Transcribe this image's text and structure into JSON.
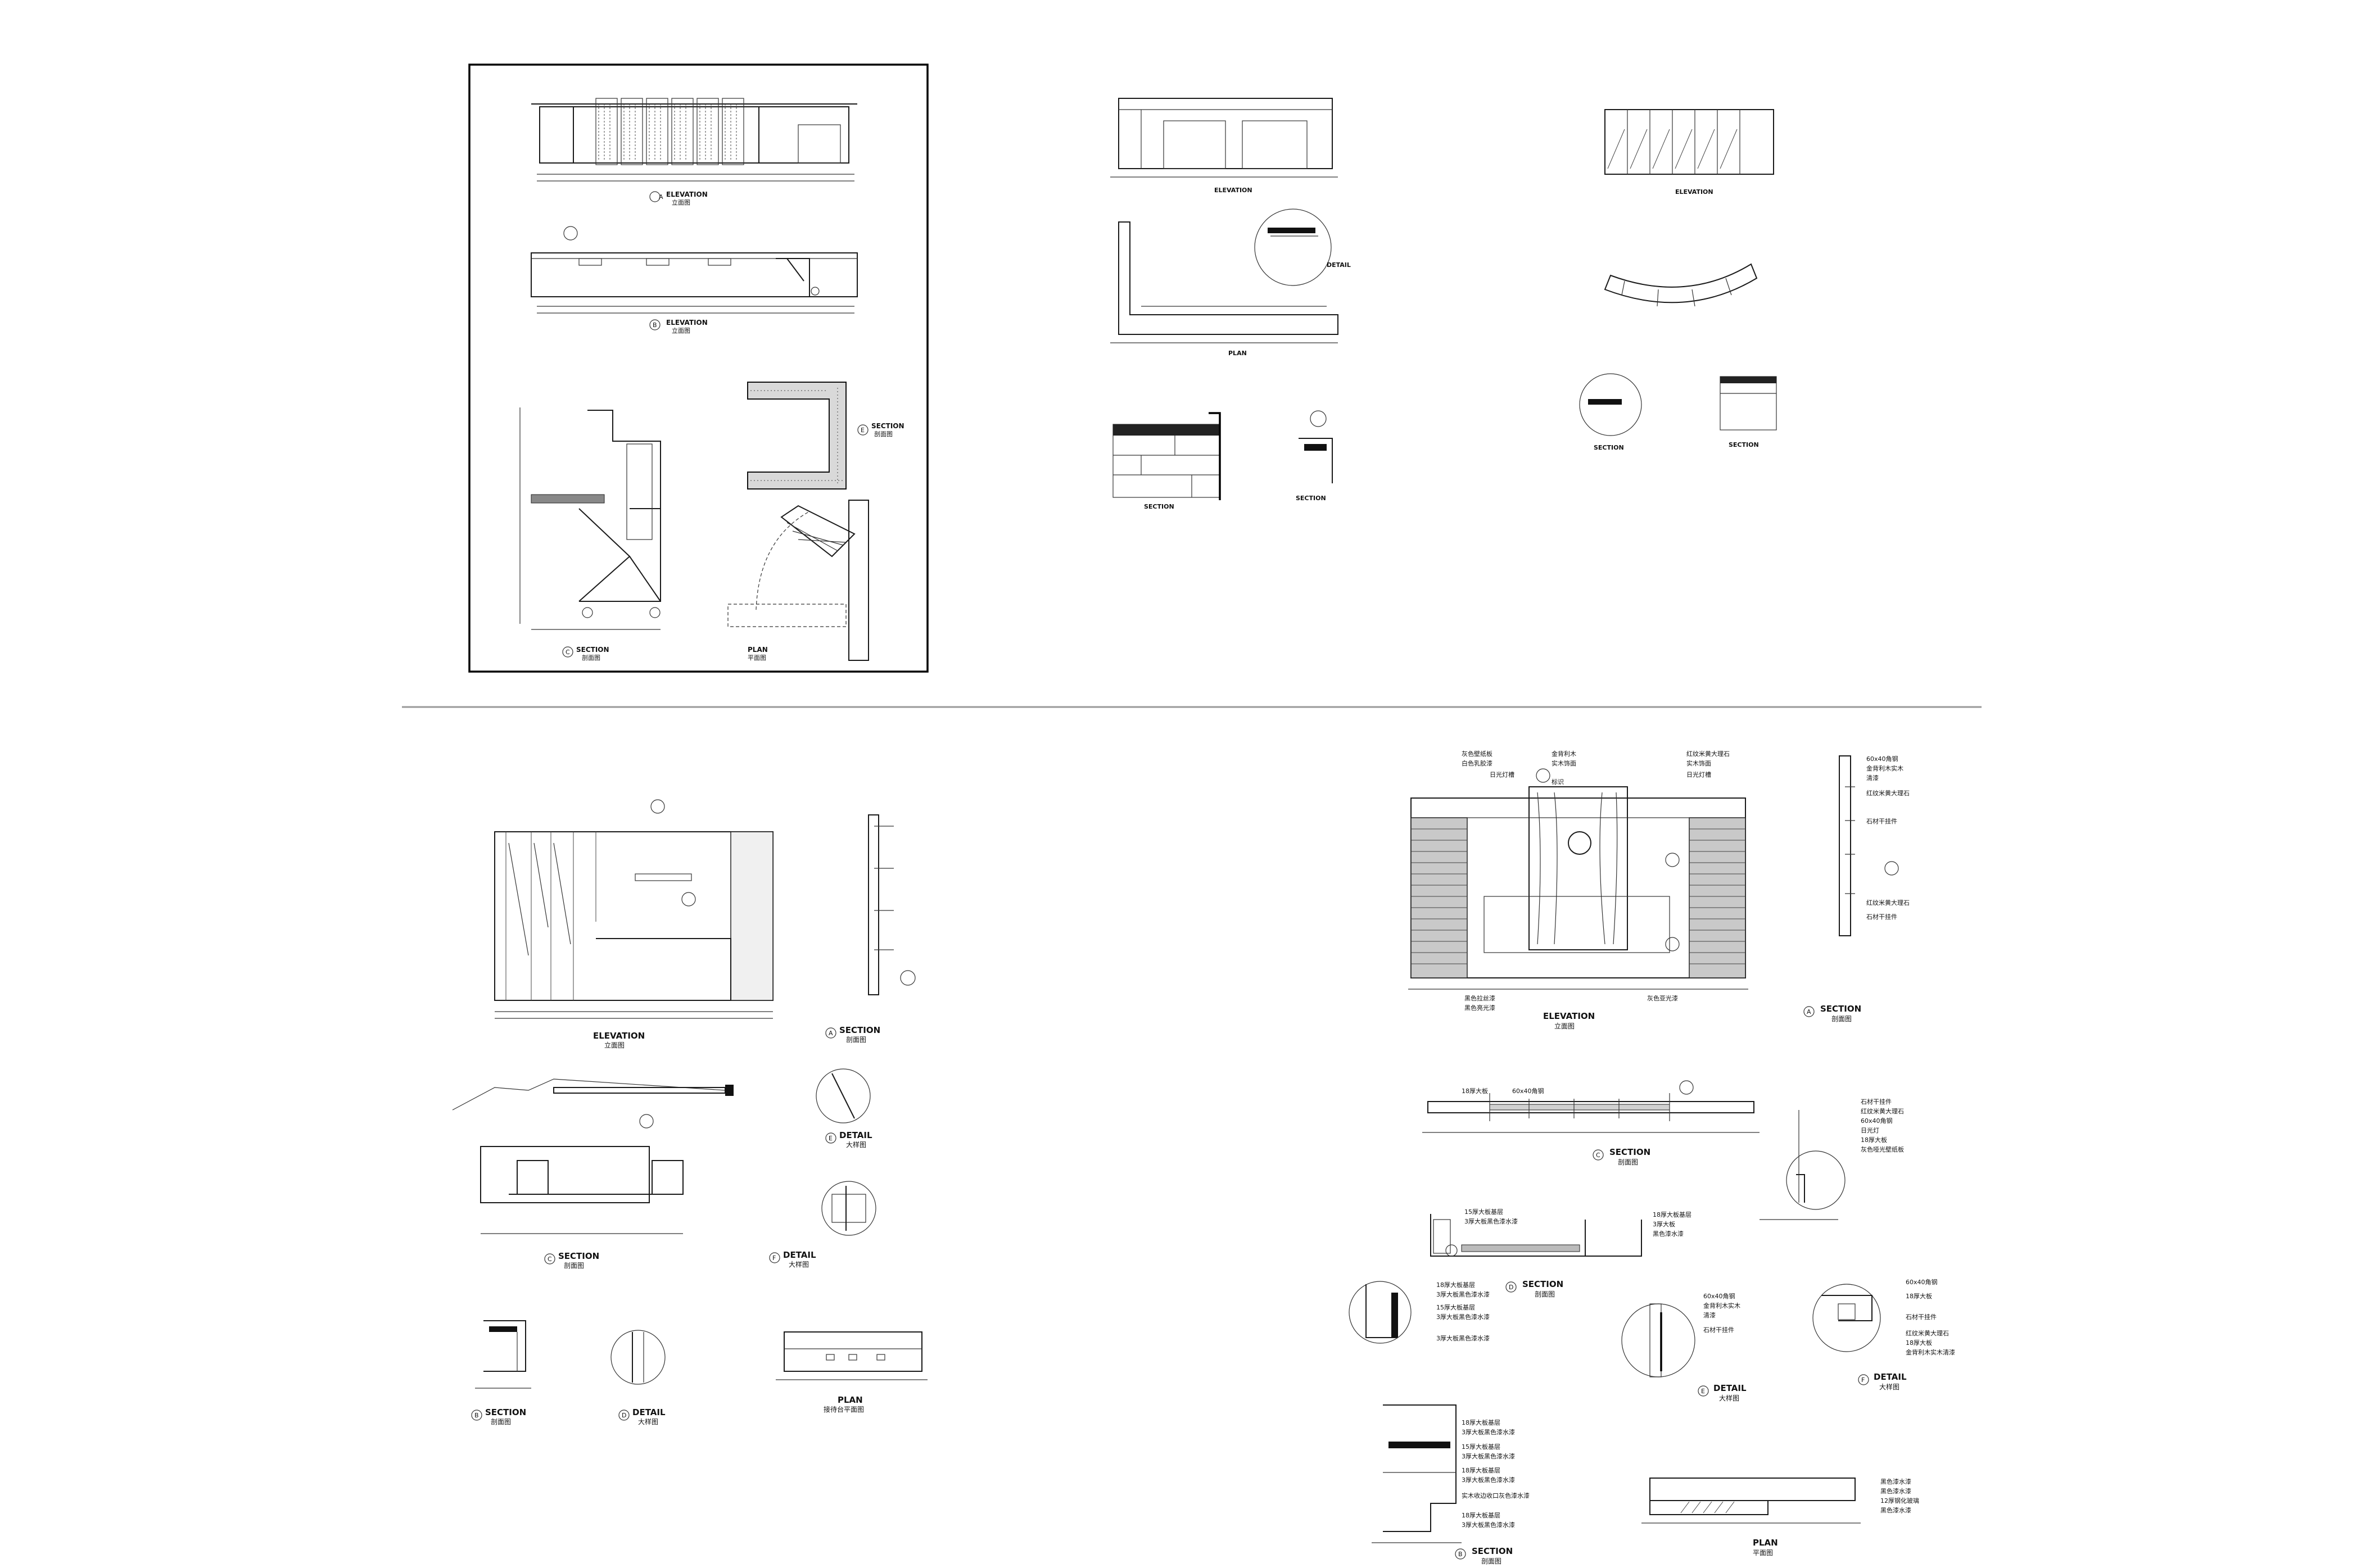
{
  "separator": true,
  "top_left": {
    "elev_a": {
      "title": "ELEVATION",
      "sub": "立面图",
      "tag": "A"
    },
    "elev_b": {
      "title": "ELEVATION",
      "sub": "立面图",
      "tag": "B"
    },
    "sect_c": {
      "title": "SECTION",
      "sub": "剖面图",
      "tag": "C"
    },
    "sect_e": {
      "title": "SECTION",
      "sub": "剖面图",
      "tag": "E"
    },
    "plan": {
      "title": "PLAN",
      "sub": "平面图"
    }
  },
  "top_mid": {
    "elev": {
      "title": "ELEVATION"
    },
    "plan": {
      "title": "PLAN"
    },
    "detail": {
      "title": "DETAIL"
    },
    "sect1": {
      "title": "SECTION"
    },
    "sect2": {
      "title": "SECTION"
    }
  },
  "top_right": {
    "elev": {
      "title": "ELEVATION"
    },
    "sect1": {
      "title": "SECTION"
    },
    "sect2": {
      "title": "SECTION"
    }
  },
  "bottom_left": {
    "elevation": {
      "title": "ELEVATION",
      "sub": "立面图"
    },
    "section_a": {
      "title": "SECTION",
      "sub": "剖面图",
      "tag": "A"
    },
    "detail_e": {
      "title": "DETAIL",
      "sub": "大样图",
      "tag": "E"
    },
    "section_c": {
      "title": "SECTION",
      "sub": "剖面图",
      "tag": "C"
    },
    "detail_f": {
      "title": "DETAIL",
      "sub": "大样图",
      "tag": "F"
    },
    "section_b": {
      "title": "SECTION",
      "sub": "剖面图",
      "tag": "B"
    },
    "detail_d": {
      "title": "DETAIL",
      "sub": "大样图",
      "tag": "D"
    },
    "plan": {
      "title": "PLAN",
      "sub": "接待台平面图"
    }
  },
  "bottom_right": {
    "elevation": {
      "title": "ELEVATION",
      "sub": "立面图"
    },
    "elev_labels_top": [
      "灰色壁纸板",
      "白色乳胶漆",
      "日光灯槽",
      "金背利木",
      "实木饰面",
      "标识",
      "红纹米黄大理石",
      "实木饰面",
      "日光灯槽"
    ],
    "elev_labels_bottom": [
      "黑色拉丝漆",
      "黑色亮光漆",
      "灰色亚光漆"
    ],
    "section_a": {
      "title": "SECTION",
      "sub": "剖面图",
      "tag": "A"
    },
    "section_a_labels": [
      "60x40角钢",
      "金背利木实木",
      "清漆",
      "红纹米黄大理石",
      "石材干挂件",
      "红纹米黄大理石",
      "石材干挂件"
    ],
    "section_c": {
      "title": "SECTION",
      "sub": "剖面图",
      "tag": "C"
    },
    "section_c_labels": [
      "18厚大板",
      "60x40角钢"
    ],
    "right_detail_labels": [
      "石材干挂件",
      "红纹米黄大理石",
      "60x40角钢",
      "日光灯",
      "18厚大板",
      "灰色哑光壁纸板"
    ],
    "section_d": {
      "title": "SECTION",
      "sub": "剖面图",
      "tag": "D"
    },
    "section_d_labels": [
      "15厚大板基层",
      "3厚大板黑色漆水漆",
      "18厚大板基层",
      "3厚大板",
      "黑色漆水漆"
    ],
    "detail_left_labels": [
      "18厚大板基层",
      "3厚大板黑色漆水漆",
      "15厚大板基层",
      "3厚大板黑色漆水漆",
      "3厚大板黑色漆水漆"
    ],
    "detail_e": {
      "title": "DETAIL",
      "sub": "大样图",
      "tag": "E"
    },
    "detail_e_labels": [
      "60x40角钢",
      "金背利木实木",
      "清漆",
      "石材干挂件"
    ],
    "detail_f": {
      "title": "DETAIL",
      "sub": "大样图",
      "tag": "F"
    },
    "detail_f_labels": [
      "60x40角钢",
      "18厚大板",
      "石材干挂件",
      "红纹米黄大理石",
      "18厚大板",
      "金背利木实木清漆"
    ],
    "section_b": {
      "title": "SECTION",
      "sub": "剖面图",
      "tag": "B"
    },
    "section_b_labels": [
      "18厚大板基层",
      "3厚大板黑色漆水漆",
      "15厚大板基层",
      "3厚大板黑色漆水漆",
      "18厚大板基层",
      "3厚大板黑色漆水漆",
      "实木收边收口灰色漆水漆",
      "18厚大板基层",
      "3厚大板黑色漆水漆"
    ],
    "plan": {
      "title": "PLAN",
      "sub": "平面图"
    },
    "plan_labels": [
      "黑色漆水漆",
      "黑色漆水漆",
      "12厚钢化玻璃",
      "黑色漆水漆"
    ]
  }
}
